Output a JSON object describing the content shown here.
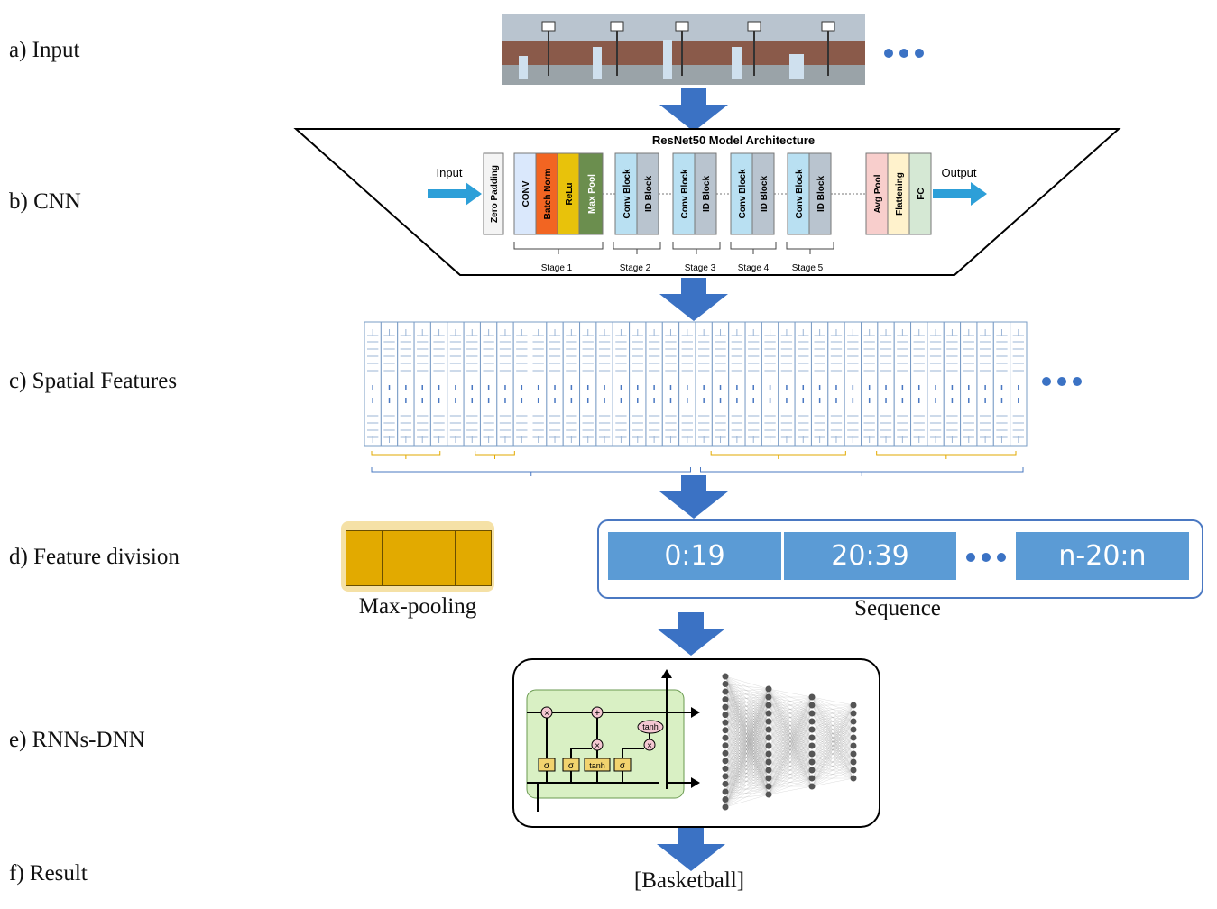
{
  "rows": {
    "a": "a) Input",
    "b": "b) CNN",
    "c": "c) Spatial Features",
    "d": "d) Feature division",
    "e": "e) RNNs-DNN",
    "f": "f) Result"
  },
  "cnn": {
    "title": "ResNet50 Model Architecture",
    "input_label": "Input",
    "output_label": "Output",
    "blocks": {
      "zero_padding": "Zero Padding",
      "conv": "CONV",
      "batch_norm": "Batch Norm",
      "relu": "ReLu",
      "max_pool": "Max Pool",
      "conv_block": "Conv Block",
      "id_block": "ID Block",
      "avg_pool": "Avg Pool",
      "flattening": "Flattening",
      "fc": "FC"
    },
    "stages": [
      "Stage 1",
      "Stage 2",
      "Stage 3",
      "Stage 4",
      "Stage 5"
    ]
  },
  "feature_division": {
    "pool_label": "Max-pooling",
    "sequence_label": "Sequence",
    "sequence_cells": [
      "0:19",
      "20:39",
      "n-20:n"
    ]
  },
  "lstm_ops": {
    "multiply": "×",
    "add": "+",
    "sigma": "σ",
    "tanh": "tanh"
  },
  "result": "[Basketball]",
  "colors": {
    "arrow": "#3b72c4",
    "sequence_cell": "#5b9bd5",
    "pool": "#e2aa00",
    "lstm_bg": "#d9f0c4",
    "batch_norm": "#f26522",
    "relu": "#e8c20b",
    "max_pool": "#6b8e4e"
  }
}
